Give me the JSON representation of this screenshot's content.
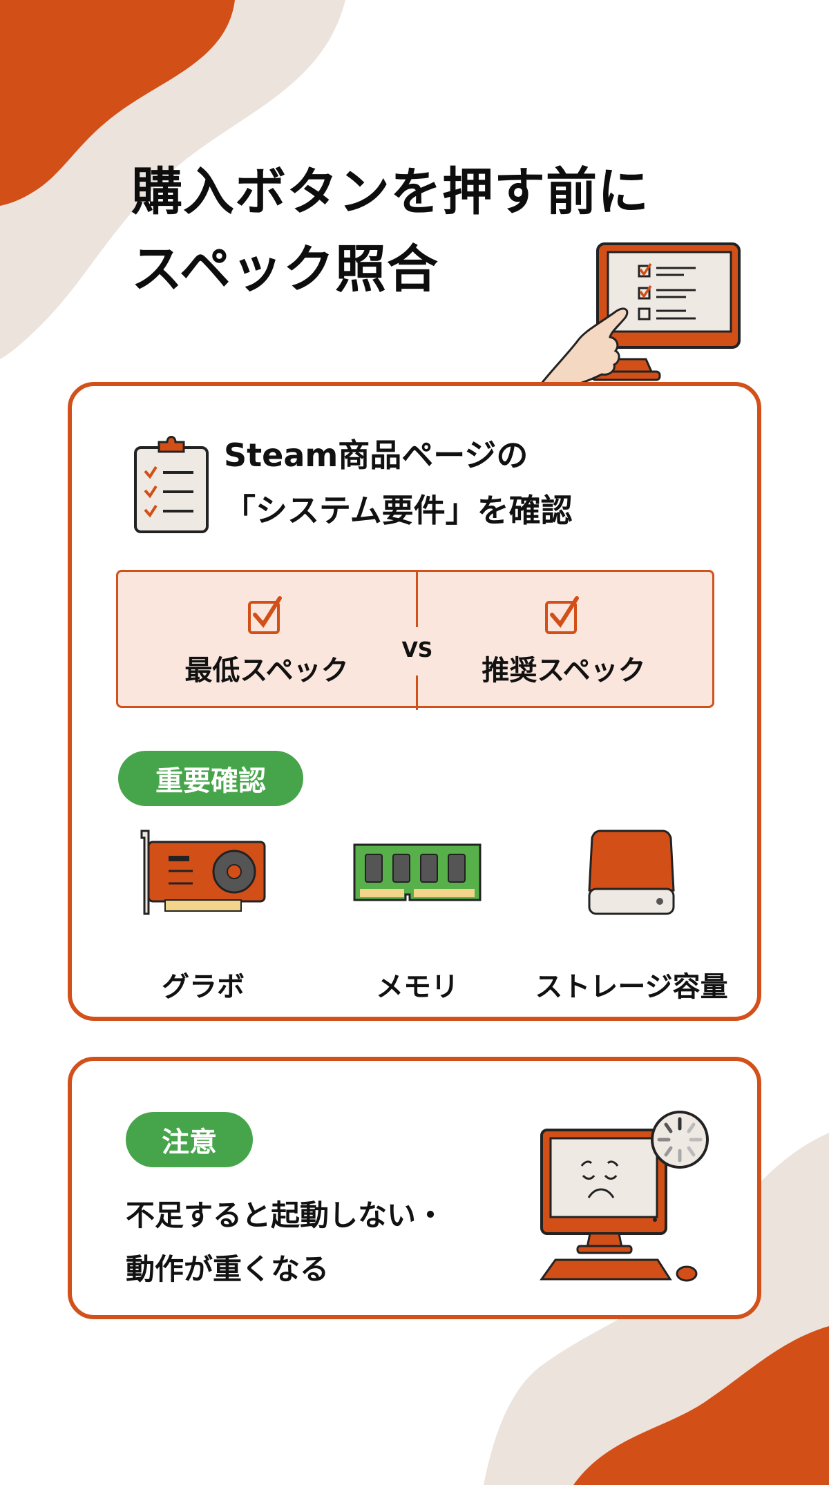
{
  "header": {
    "title_line1": "購入ボタンを押す前に",
    "title_line2": "スペック照合"
  },
  "colors": {
    "accent": "#d2501a",
    "blob_beige": "#ece3dd",
    "pill_green": "#46a54a",
    "compare_bg": "#fbe6dd",
    "text": "#111111"
  },
  "requirements_card": {
    "heading_line1": "Steam商品ページの",
    "heading_line2": "「システム要件」を確認",
    "icon": "clipboard-checklist-icon",
    "compare": {
      "left_label": "最低スペック",
      "vs_label": "VS",
      "right_label": "推奨スペック",
      "icon": "checkbox-checked-icon"
    },
    "badge": "重要確認",
    "components": [
      {
        "label": "グラボ",
        "icon": "graphics-card-icon"
      },
      {
        "label": "メモリ",
        "icon": "memory-module-icon"
      },
      {
        "label": "ストレージ容量",
        "icon": "storage-drive-icon"
      }
    ]
  },
  "caution_card": {
    "badge": "注意",
    "text_line1": "不足すると起動しない・",
    "text_line2": "動作が重くなる",
    "icon": "sad-computer-loading-icon"
  },
  "hero_illustration": "monitor-checklist-pointing-hand-icon"
}
